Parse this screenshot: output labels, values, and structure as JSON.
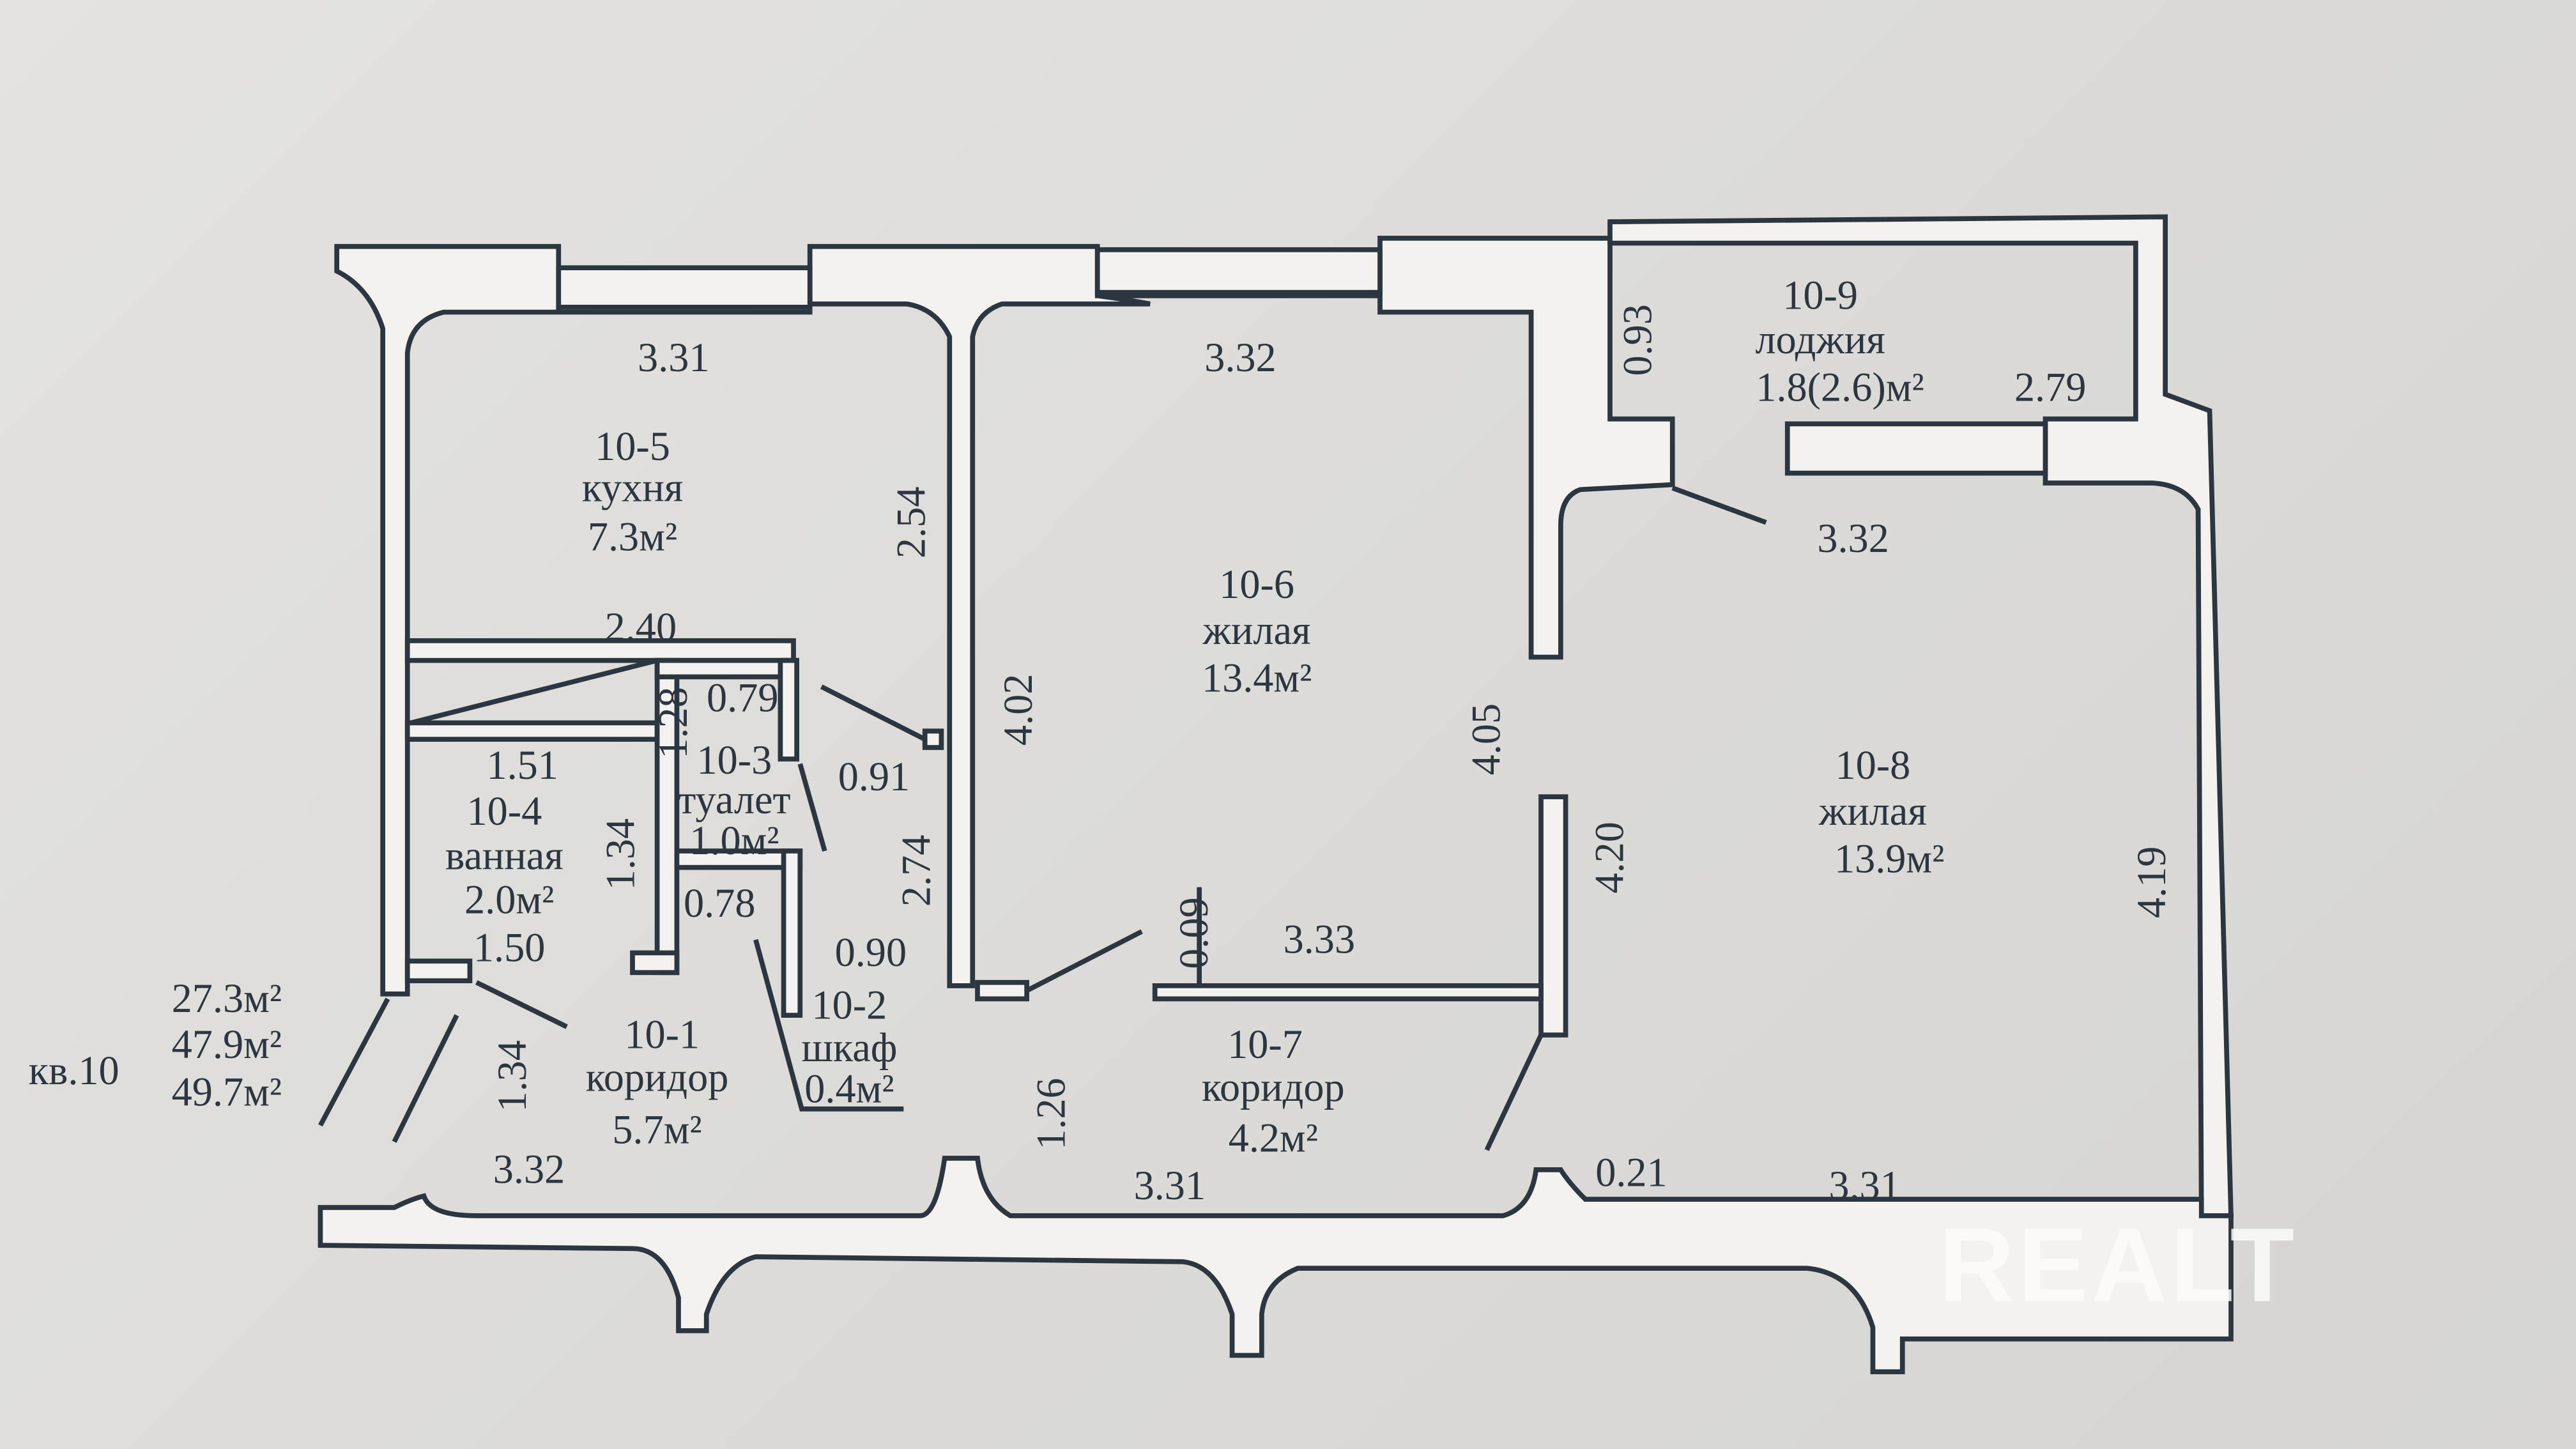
{
  "apartment": {
    "label": "кв.10",
    "areas": [
      "27.3м²",
      "47.9м²",
      "49.7м²"
    ]
  },
  "rooms": {
    "r5": {
      "id": "10-5",
      "name": "кухня",
      "area": "7.3м²"
    },
    "r6": {
      "id": "10-6",
      "name": "жилая",
      "area": "13.4м²"
    },
    "r8": {
      "id": "10-8",
      "name": "жилая",
      "area": "13.9м²"
    },
    "r9": {
      "id": "10-9",
      "name": "лоджия",
      "area": "1.8(2.6)м²"
    },
    "r3": {
      "id": "10-3",
      "name": "туалет",
      "area": "1.0м²"
    },
    "r4": {
      "id": "10-4",
      "name": "ванная",
      "area": "2.0м²"
    },
    "r2": {
      "id": "10-2",
      "name": "шкаф",
      "area": "0.4м²"
    },
    "r1": {
      "id": "10-1",
      "name": "коридор",
      "area": "5.7м²"
    },
    "r7": {
      "id": "10-7",
      "name": "коридор",
      "area": "4.2м²"
    }
  },
  "dims": {
    "kitchen_top": "3.31",
    "kitchen_side": "2.54",
    "kitchen_bottom": "2.40",
    "wc_top": "0.79",
    "wc_side": "1.28",
    "wc_right": "0.91",
    "bath_top": "1.51",
    "bath_side": "1.34",
    "bath_bottom": "1.50",
    "closet_top": "0.78",
    "hall_right": "2.74",
    "closet_right": "0.90",
    "corr1_side": "1.34",
    "corr1_bottom": "3.32",
    "living6_top": "3.32",
    "living6_left": "4.02",
    "living6_right": "4.05",
    "corr7_small": "0.09",
    "corr7_top": "3.33",
    "corr7_side": "1.26",
    "corr7_bottom": "3.31",
    "loggia_side": "0.93",
    "loggia_right": "2.79",
    "living8_top": "3.32",
    "living8_left": "4.20",
    "living8_right": "4.19",
    "living8_small": "0.21",
    "living8_bottom": "3.31"
  },
  "watermark": "REALT"
}
